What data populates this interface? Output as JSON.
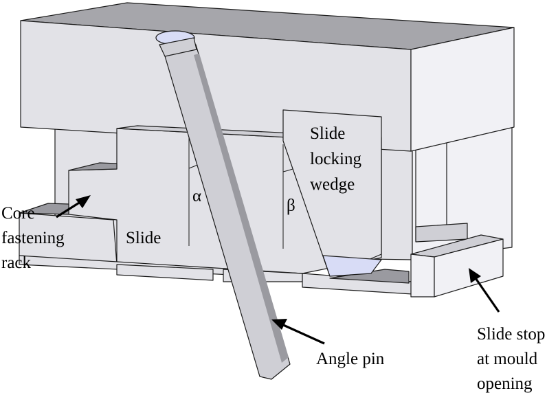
{
  "labels": {
    "core_rack": [
      "Core",
      "fastening",
      "rack"
    ],
    "slide": "Slide",
    "alpha": "α",
    "beta": "β",
    "wedge": [
      "Slide",
      "locking",
      "wedge"
    ],
    "angle_pin": "Angle pin",
    "slide_stop": [
      "Slide stop",
      "at mould",
      "opening"
    ]
  }
}
